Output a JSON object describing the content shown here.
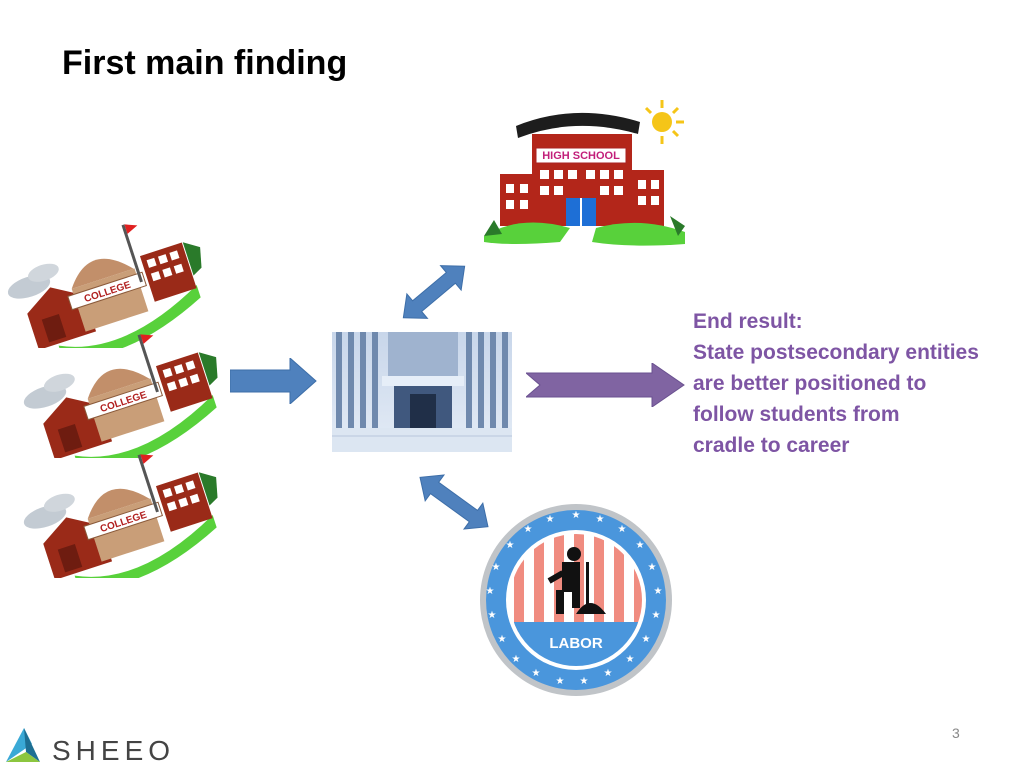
{
  "slide": {
    "title": "First main finding",
    "high_school_sign": "HIGH SCHOOL",
    "college_sign": "COLLEGE",
    "labor_label": "LABOR",
    "result": {
      "heading": "End result:",
      "lines": [
        "State postsecondary entities",
        "are better positioned to",
        "follow students from",
        "cradle to career"
      ]
    },
    "page_number": "3",
    "logo_text": "SHEEO",
    "colors": {
      "arrow_blue": "#4f81bd",
      "arrow_purple": "#8064a2",
      "result_text": "#7e55a4"
    }
  }
}
